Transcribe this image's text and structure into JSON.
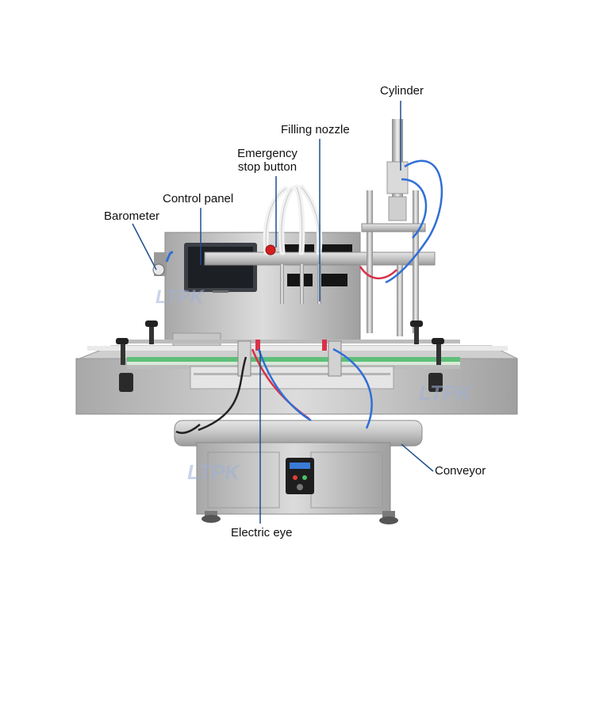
{
  "watermark": "LTPK",
  "callouts": {
    "cylinder": "Cylinder",
    "filling_nozzle": "Filling nozzle",
    "emergency_stop": "Emergency\nstop button",
    "control_panel": "Control panel",
    "barometer": "Barometer",
    "conveyor": "Conveyor",
    "electric_eye": "Electric eye"
  },
  "colors": {
    "callout_line": "#1f4e8c",
    "steel_light": "#d9d9d9",
    "steel_mid": "#b9b9b9",
    "steel_dark": "#8f8f8f",
    "screen": "#1c1f24",
    "belt": "#5fbf7a",
    "hose_blue": "#2f6fd6",
    "hose_red": "#d9314a",
    "stop_red": "#d41f1f",
    "watermark": "#9fb1d6"
  }
}
